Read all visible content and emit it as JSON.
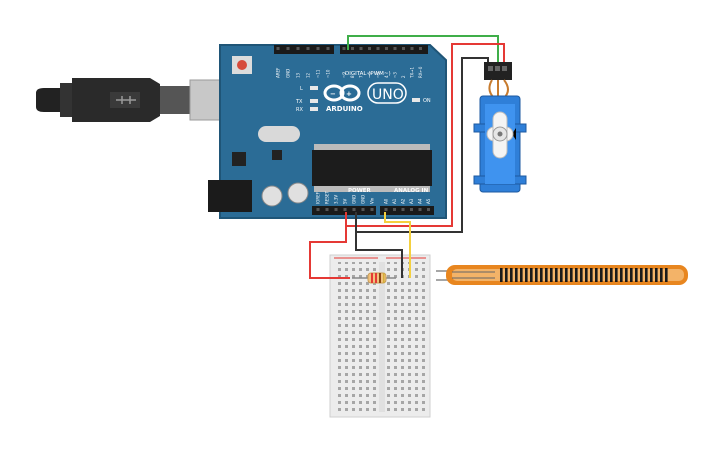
{
  "board": {
    "brand": "ARDUINO",
    "model": "UNO",
    "digital_header_label": "DIGITAL (PWM~)",
    "power_label": "POWER",
    "analog_label": "ANALOG IN",
    "led_l": "L",
    "led_tx": "TX",
    "led_rx": "RX",
    "led_on": "ON",
    "digital_pins": [
      "AREF",
      "GND",
      "13",
      "12",
      "~11",
      "~10",
      "~9",
      "8",
      "7",
      "~6",
      "~5",
      "4",
      "~3",
      "2",
      "TX→1",
      "RX←0"
    ],
    "power_pins": [
      "IOREF",
      "RESET",
      "3.3V",
      "5V",
      "GND",
      "GND",
      "Vin"
    ],
    "analog_pins": [
      "A0",
      "A1",
      "A2",
      "A3",
      "A4",
      "A5"
    ]
  },
  "colors": {
    "board": "#2b6c96",
    "board_dark": "#1f5577",
    "wire_red": "#e53935",
    "wire_black": "#333333",
    "wire_green": "#3fae49",
    "wire_yellow": "#f4d03f",
    "servo": "#2f7fd8",
    "flex_sensor": "#e8861f"
  },
  "components": [
    "usb-cable",
    "arduino-uno",
    "micro-servo",
    "breadboard",
    "resistor",
    "flex-sensor"
  ]
}
